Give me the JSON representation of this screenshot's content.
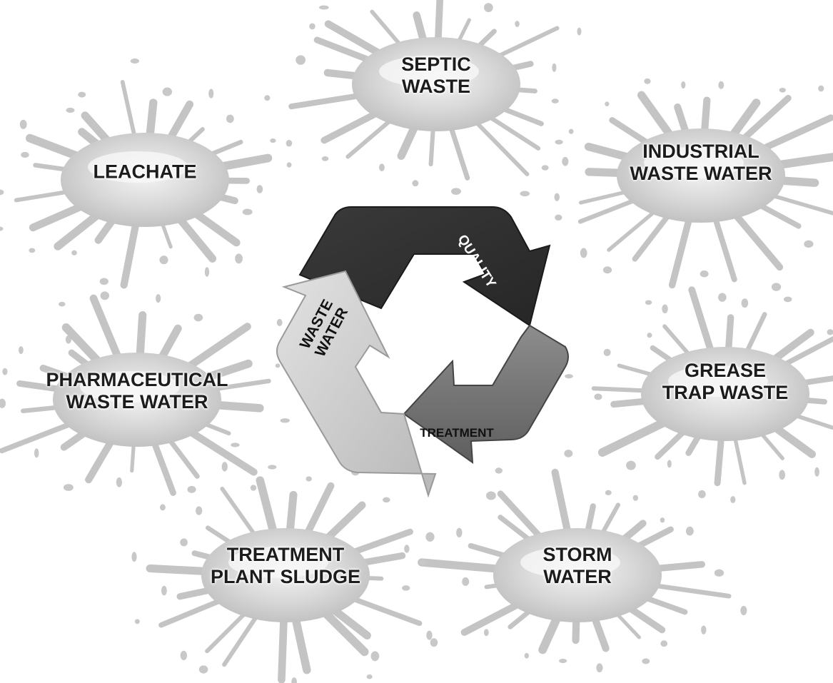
{
  "sources": [
    {
      "id": "septic",
      "lines": [
        "SEPTIC",
        "WASTE"
      ]
    },
    {
      "id": "industrial",
      "lines": [
        "INDUSTRIAL",
        "WASTE WATER"
      ]
    },
    {
      "id": "grease",
      "lines": [
        "GREASE",
        "TRAP WASTE"
      ]
    },
    {
      "id": "storm",
      "lines": [
        "STORM",
        "WATER"
      ]
    },
    {
      "id": "sludge",
      "lines": [
        "TREATMENT",
        "PLANT SLUDGE"
      ]
    },
    {
      "id": "pharmaceutical",
      "lines": [
        "PHARMACEUTICAL",
        "WASTE WATER"
      ]
    },
    {
      "id": "leachate",
      "lines": [
        "LEACHATE"
      ]
    }
  ],
  "cycle": {
    "quality_label": "QUALITY",
    "treatment_label": "TREATMENT",
    "waste_water_lines": [
      "WASTE",
      "WATER"
    ]
  }
}
